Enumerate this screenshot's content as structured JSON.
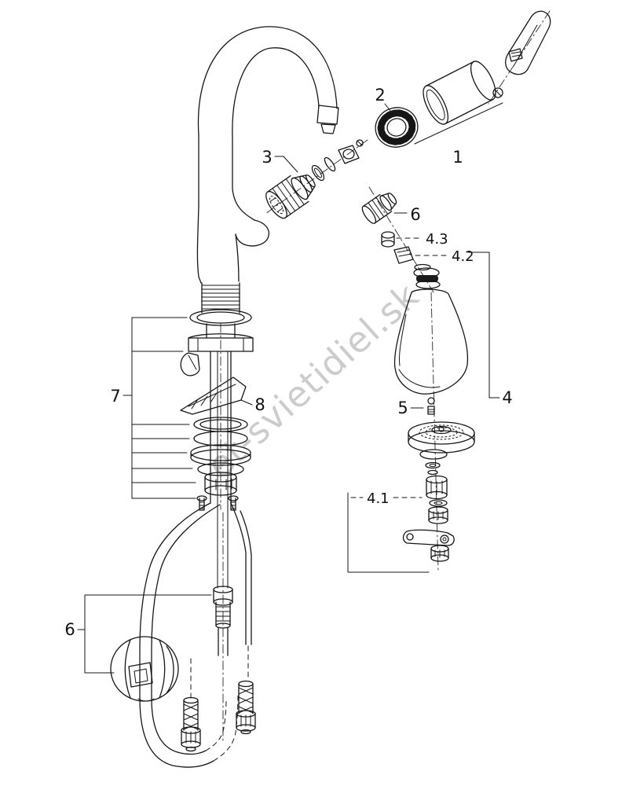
{
  "watermark": {
    "text": "et-svietidiel.sk",
    "color": "#c4c4c4"
  },
  "diagram": {
    "kind": "exploded-parts-diagram",
    "line_color": "#161616",
    "background": "#ffffff"
  },
  "labels": {
    "part1": "1",
    "part2": "2",
    "part3": "3",
    "part4": "4",
    "part4_1": "4.1",
    "part4_2": "4.2",
    "part4_3": "4.3",
    "part5": "5",
    "part6_upper": "6",
    "part6_lower": "6",
    "part7": "7",
    "part8": "8"
  }
}
